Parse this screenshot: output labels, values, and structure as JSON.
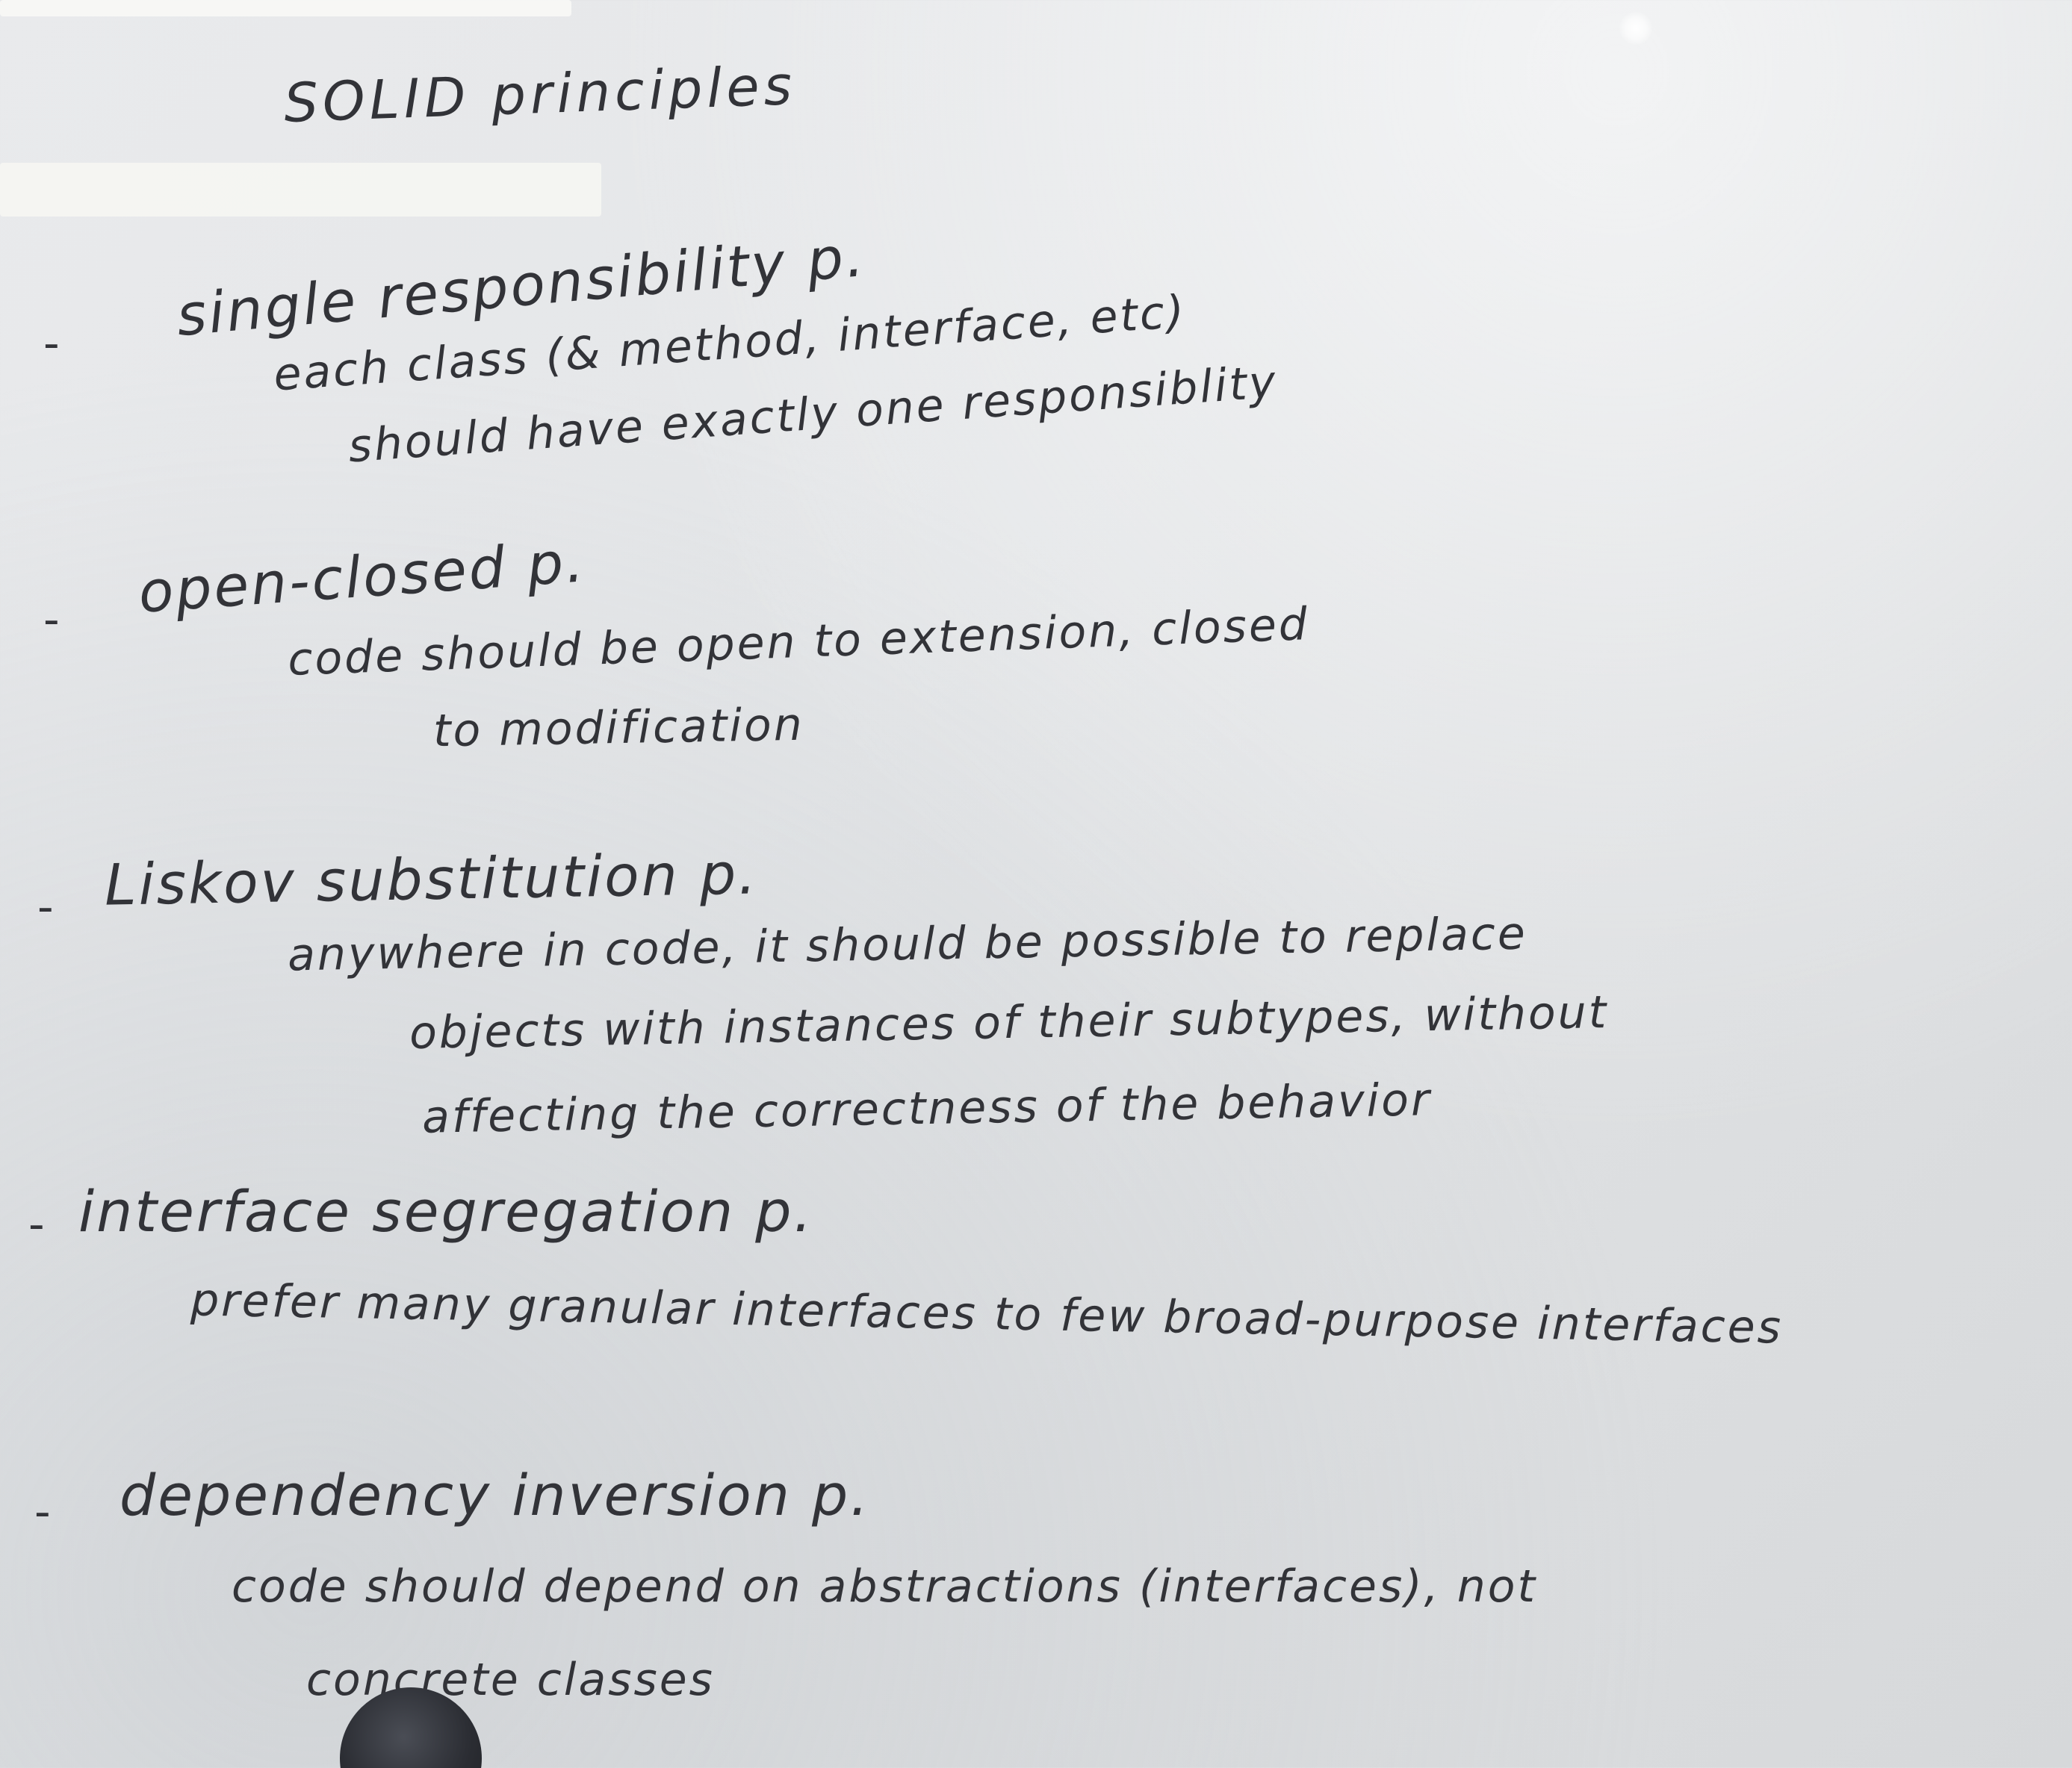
{
  "title": "SOLID principles",
  "principles": [
    {
      "bullet": "-",
      "heading": "single responsibility p.",
      "lines": [
        "each class (& method, interface, etc)",
        "should have exactly one responsiblity"
      ]
    },
    {
      "bullet": "-",
      "heading": "open-closed p.",
      "lines": [
        "code should be open to extension, closed",
        "to modification"
      ]
    },
    {
      "bullet": "-",
      "heading": "Liskov substitution p.",
      "lines": [
        "anywhere in code, it should be possible to replace",
        "objects with instances of their subtypes, without",
        "affecting the correctness of the behavior"
      ]
    },
    {
      "bullet": "-",
      "heading": "interface segregation p.",
      "lines": [
        "prefer many granular interfaces to few broad-purpose interfaces"
      ]
    },
    {
      "bullet": "-",
      "heading": "dependency inversion p.",
      "lines": [
        "code should depend on abstractions (interfaces), not",
        "concrete classes"
      ]
    }
  ]
}
